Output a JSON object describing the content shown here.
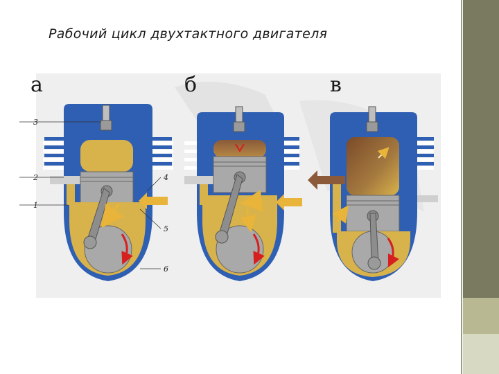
{
  "slide": {
    "title": "Рабочий цикл двухтактного двигателя"
  },
  "figure": {
    "panels": [
      {
        "letter": "а"
      },
      {
        "letter": "б"
      },
      {
        "letter": "в"
      }
    ],
    "callouts": [
      "3",
      "2",
      "1",
      "4",
      "5",
      "6"
    ],
    "colors": {
      "cylinder_blue": "#2f5fb3",
      "mixture_yellow": "#d8b24a",
      "exhaust_brown": "#8a5a3a",
      "piston_gray": "#a9a9a9",
      "flow_arrow_yellow": "#e8b43a",
      "rotation_arrow_red": "#d62020"
    }
  }
}
